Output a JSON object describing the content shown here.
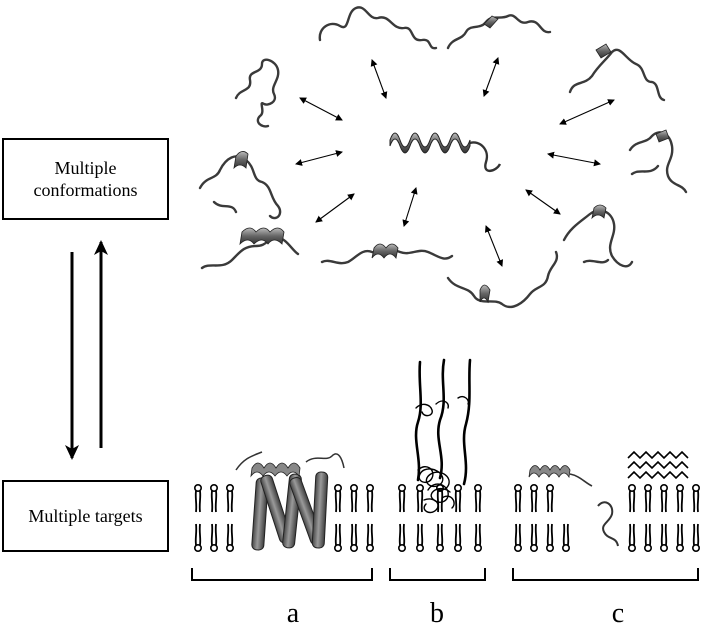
{
  "boxes": {
    "top_line1": "Multiple",
    "top_line2": "conformations",
    "bottom": "Multiple targets"
  },
  "panels": {
    "a": "a",
    "b": "b",
    "c": "c"
  },
  "colors": {
    "ink": "#000000",
    "helix": "#555555",
    "helix_light": "#9a9a9a",
    "coil": "#3a3a3a"
  }
}
